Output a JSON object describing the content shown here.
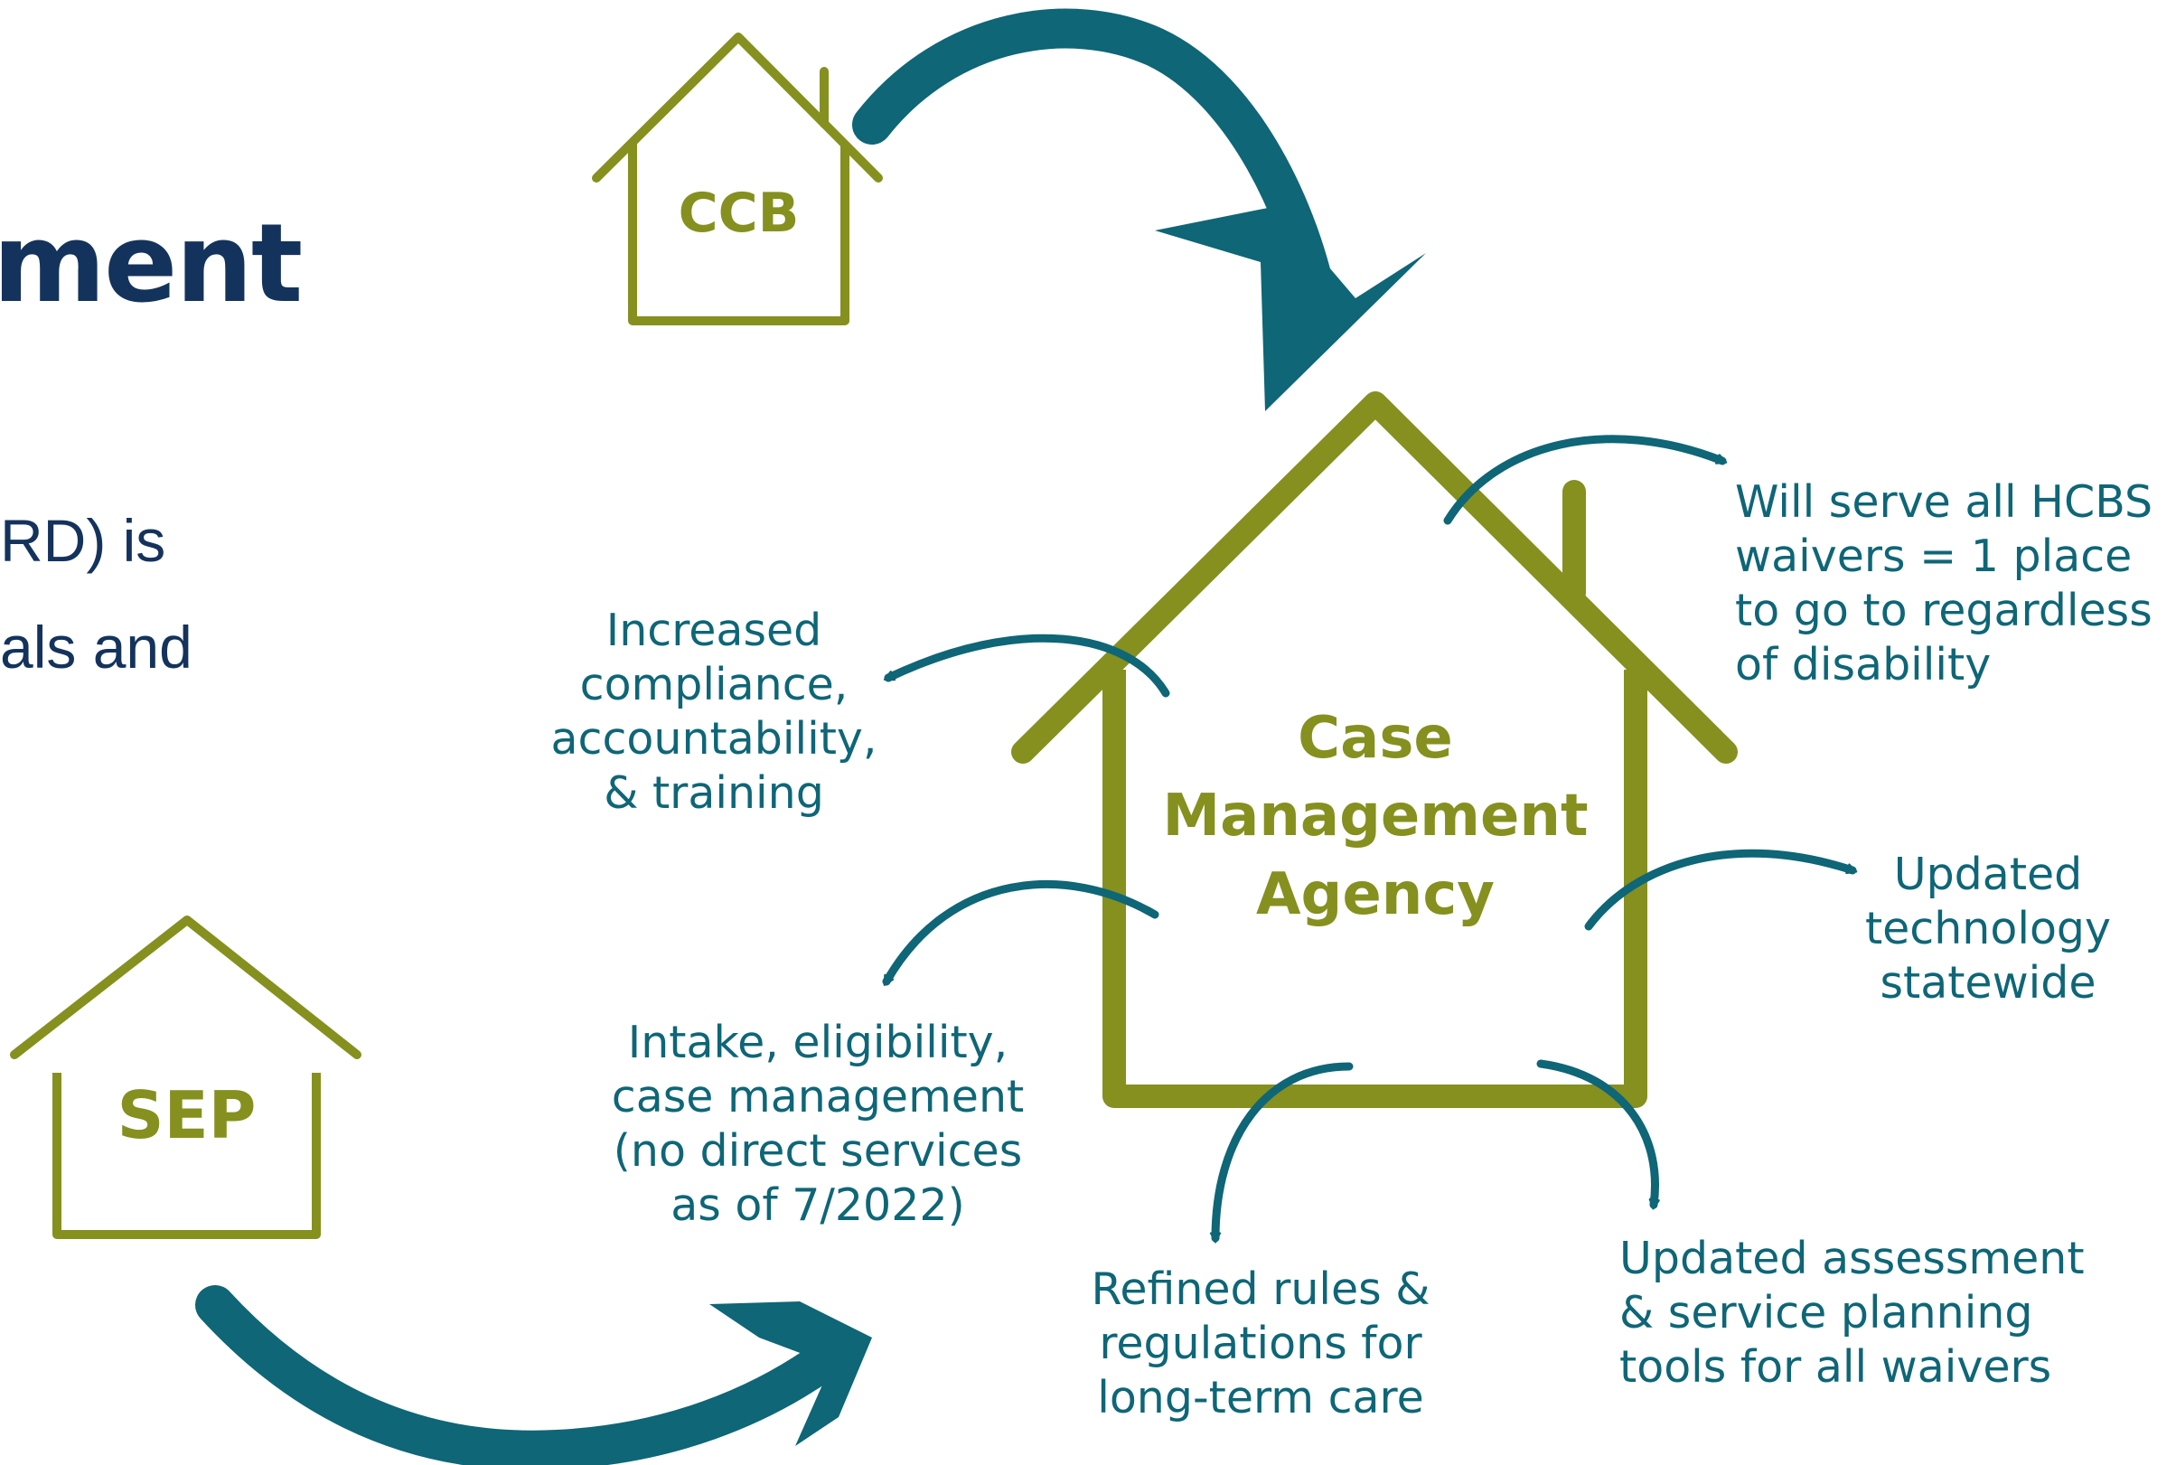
{
  "colors": {
    "navy": "#14335c",
    "teal": "#0e6677",
    "olive": "#85901f",
    "white": "#ffffff"
  },
  "heading": {
    "partial_text": "ment"
  },
  "body_text": {
    "line1": "RD) is",
    "line2": "als and"
  },
  "houses": {
    "ccb": {
      "label": "CCB",
      "icon": "house-outline-icon"
    },
    "sep": {
      "label": "SEP",
      "icon": "house-outline-icon"
    },
    "main": {
      "line1": "Case",
      "line2": "Management",
      "line3": "Agency",
      "icon": "house-outline-icon"
    }
  },
  "callouts": {
    "hcbs": "Will serve all HCBS\nwaivers = 1 place\nto go to regardless\nof disability",
    "compliance": "Increased\ncompliance,\naccountability,\n& training",
    "intake": "Intake, eligibility,\ncase management\n(no direct services\nas of 7/2022)",
    "technology": "Updated\ntechnology\nstatewide",
    "rules": "Refined rules &\nregulations for\nlong-term care",
    "assessment": "Updated assessment\n& service planning\ntools for all waivers"
  },
  "arrows": {
    "big": "curved-arrow-icon",
    "small": "curved-arrow-icon"
  }
}
